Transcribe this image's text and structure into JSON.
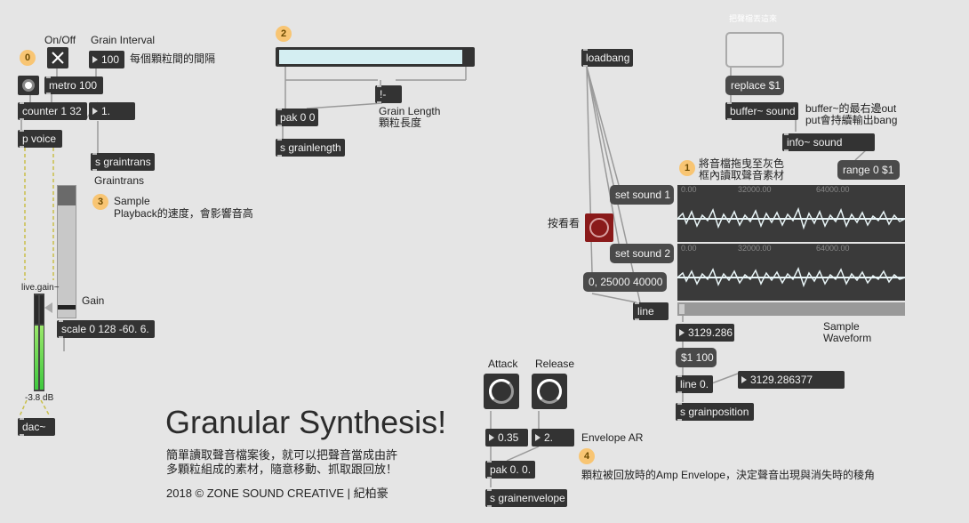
{
  "labels": {
    "onoff": "On/Off",
    "grain_interval": "Grain Interval",
    "grain_interval_desc": "每個顆粒間的間隔",
    "grain_length": "Grain Length",
    "grain_length_desc": "顆粒長度",
    "graintrans": "Graintrans",
    "sample_playback_1": "Sample",
    "sample_playback_2": "Playback的速度，會影響音高",
    "gain": "Gain",
    "live_gain": "live.gain~",
    "db_readout": "-3.8 dB",
    "try_it": "按看看",
    "drag_hint_1": "將音檔拖曳至灰色",
    "drag_hint_2": "框內讀取聲音素材",
    "buffer_note_1": "buffer~的最右邊out",
    "buffer_note_2": "put會持續輸出bang",
    "drop_zone_hint": "把聲檔丟這來",
    "sample_waveform_1": "Sample",
    "sample_waveform_2": "Waveform",
    "attack": "Attack",
    "release": "Release",
    "envelope_ar": "Envelope AR",
    "envelope_desc": "顆粒被回放時的Amp Envelope，決定聲音出現與消失時的稜角"
  },
  "badges": {
    "b0": "0",
    "b1": "1",
    "b2": "2",
    "b3": "3",
    "b4": "4"
  },
  "objects": {
    "metro": "metro 100",
    "counter": "counter 1 32",
    "pvoice": "p voice",
    "s_graintrans": "s graintrans",
    "pak": "pak 0 0",
    "not_minus": "!-",
    "s_grainlength": "s grainlength",
    "loadbang": "loadbang",
    "replace": "replace $1",
    "buffer": "buffer~ sound",
    "info": "info~ sound",
    "range": "range 0 $1",
    "set_sound_1": "set sound 1",
    "set_sound_2": "set sound 2",
    "line_msg": "0, 25000 40000",
    "line": "line",
    "msg_100": "$1 100",
    "line_0": "line 0.",
    "s_grainposition": "s grainposition",
    "scale": "scale 0 128 -60. 6.",
    "dac": "dac~",
    "pak_env": "pak 0. 0.",
    "s_grainenvelope": "s grainenvelope"
  },
  "numbers": {
    "interval": "100",
    "graintrans_val": "1.",
    "pos_1": "3129.286",
    "pos_2": "3129.286377",
    "attack_val": "0.35",
    "release_val": "2."
  },
  "waveform": {
    "t0": "0.00",
    "t1": "32000.00",
    "t2": "64000.00"
  },
  "title": {
    "main": "Granular Synthesis!",
    "desc_1": "簡單讀取聲音檔案後，就可以把聲音當成由許",
    "desc_2": "多顆粒組成的素材，隨意移動、抓取跟回放！",
    "credit": "2018 © ZONE SOUND CREATIVE | 紀柏豪"
  }
}
